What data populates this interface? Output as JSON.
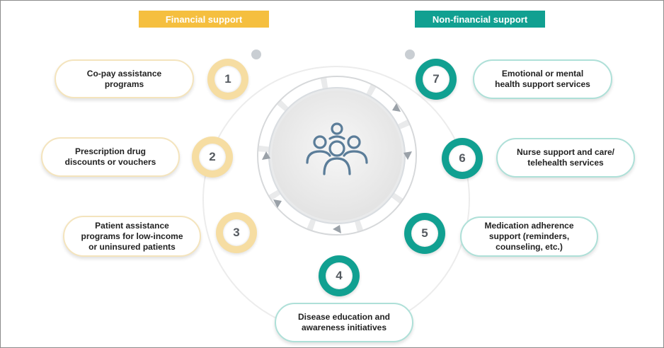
{
  "headers": {
    "financial": "Financial support",
    "non_financial": "Non-financial support"
  },
  "items": [
    {
      "number": "1",
      "label": "Co-pay assistance\nprograms"
    },
    {
      "number": "2",
      "label": "Prescription drug\ndiscounts or vouchers"
    },
    {
      "number": "3",
      "label": "Patient assistance\nprograms for low-income\nor uninsured patients"
    },
    {
      "number": "4",
      "label": "Disease education and\nawareness initiatives"
    },
    {
      "number": "5",
      "label": "Medication adherence\nsupport (reminders,\ncounseling, etc.)"
    },
    {
      "number": "6",
      "label": "Nurse support and care/\ntelehealth services"
    },
    {
      "number": "7",
      "label": "Emotional or mental\nhealth support services"
    }
  ],
  "hub_icon": "people-group-icon",
  "colors": {
    "financial": "#f5bf3f",
    "non_financial": "#11a091",
    "icon": "#5b7d99"
  }
}
